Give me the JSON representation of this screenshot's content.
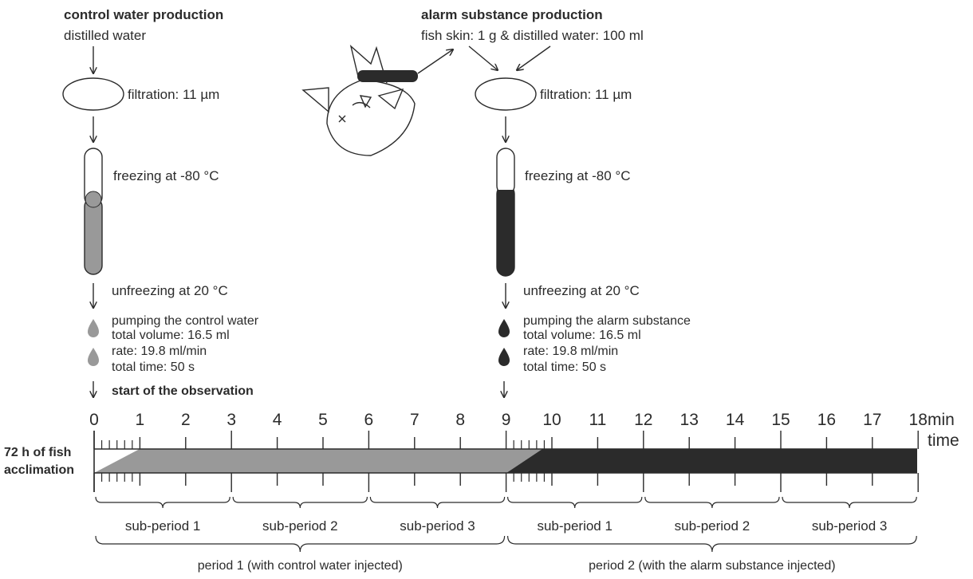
{
  "colors": {
    "ink": "#2b2b2b",
    "control_gray": "#999999",
    "alarm_dark": "#2b2b2b"
  },
  "control": {
    "heading": "control water production",
    "source": "distilled water",
    "filtration": "filtration: 11 µm",
    "freezing": "freezing at -80 °C",
    "unfreezing": "unfreezing at 20 °C",
    "pumping": [
      "pumping the control water",
      "total volume: 16.5 ml",
      "rate: 19.8 ml/min",
      "total time: 50 s"
    ],
    "start": "start of the observation"
  },
  "alarm": {
    "heading": "alarm substance production",
    "source": "fish skin: 1 g & distilled water: 100 ml",
    "filtration": "filtration: 11 µm",
    "freezing": "freezing at -80 °C",
    "unfreezing": "unfreezing at 20 °C",
    "pumping": [
      "pumping the alarm substance",
      "total volume: 16.5 ml",
      "rate: 19.8 ml/min",
      "total time: 50 s"
    ]
  },
  "timeline": {
    "acclimation": [
      "72 h of fish",
      "acclimation"
    ],
    "ticks": [
      "0",
      "1",
      "2",
      "3",
      "4",
      "5",
      "6",
      "7",
      "8",
      "9",
      "10",
      "11",
      "12",
      "13",
      "14",
      "15",
      "16",
      "17",
      "18"
    ],
    "unit": "min",
    "axis_label": "time",
    "subperiods": [
      "sub-period 1",
      "sub-period 2",
      "sub-period 3",
      "sub-period 1",
      "sub-period 2",
      "sub-period 3"
    ],
    "periods": [
      "period 1 (with control water injected)",
      "period 2 (with the alarm substance injected)"
    ]
  }
}
